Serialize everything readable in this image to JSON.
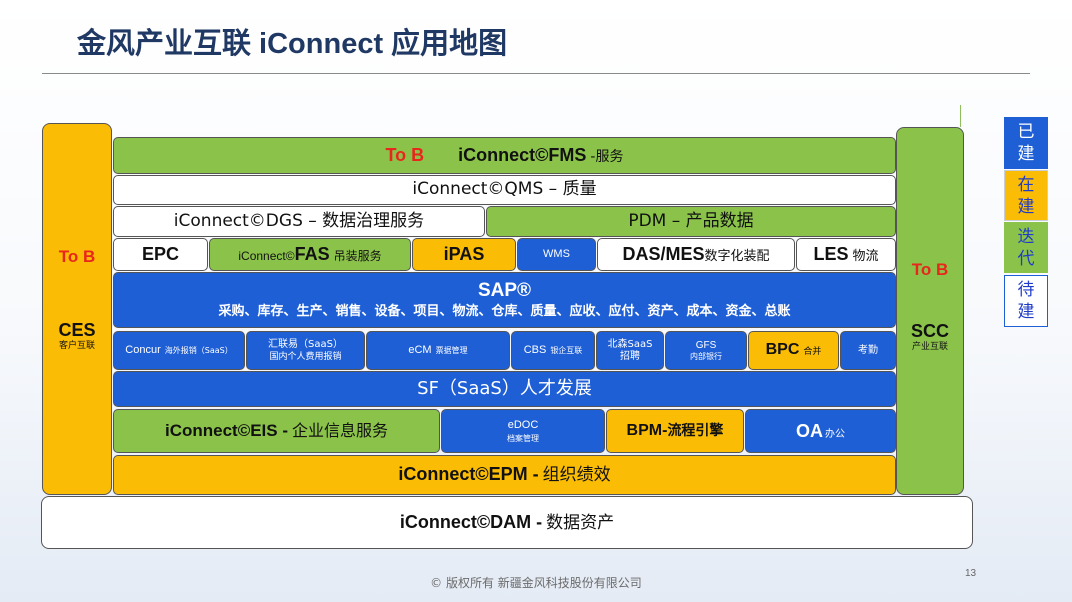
{
  "title": "金风产业互联 iConnect 应用地图",
  "ces": {
    "tob": "To B",
    "name": "CES",
    "sub": "客户互联"
  },
  "scc": {
    "tob": "To B",
    "name": "SCC",
    "sub": "产业互联"
  },
  "fms": {
    "tob": "To B",
    "name": "iConnect©FMS",
    "suffix": "-服务"
  },
  "qms": {
    "label": "iConnect©QMS  –  质量"
  },
  "dgs": {
    "label": "iConnect©DGS  –  数据治理服务"
  },
  "pdm": {
    "label": "PDM  –  产品数据"
  },
  "epc": {
    "label": "EPC"
  },
  "fas": {
    "prefix": "iConnect©",
    "name": "FAS",
    "suffix": "吊装服务"
  },
  "ipas": {
    "label": "iPAS"
  },
  "wms": {
    "label": "WMS"
  },
  "das": {
    "name": "DAS/MES",
    "suffix": "数字化装配"
  },
  "les": {
    "name": "LES",
    "suffix": "物流"
  },
  "sap": {
    "name": "SAP®",
    "modules": "采购、库存、生产、销售、设备、项目、物流、仓库、质量、应收、应付、资产、成本、资金、总账"
  },
  "concur": {
    "name": "Concur",
    "suffix": "海外报销（SaaS）"
  },
  "huilianyi": {
    "line1": "汇联易（SaaS）",
    "line2": "国内个人费用报销"
  },
  "ecm": {
    "name": "eCM",
    "suffix": "票据管理"
  },
  "cbs": {
    "name": "CBS",
    "suffix": "银企互联"
  },
  "beisen": {
    "line1": "北森SaaS",
    "line2": "招聘"
  },
  "gfs": {
    "line1": "GFS",
    "line2": "内部银行"
  },
  "bpc": {
    "name": "BPC",
    "suffix": "合并"
  },
  "kaoqin": {
    "label": "考勤"
  },
  "sf": {
    "label": "SF（SaaS）人才发展"
  },
  "eis": {
    "name": "iConnect©EIS -",
    "suffix": "企业信息服务"
  },
  "edoc": {
    "line1": "eDOC",
    "line2": "档案管理"
  },
  "bpm": {
    "name": "BPM-",
    "suffix": "流程引擎"
  },
  "oa": {
    "name": "OA",
    "suffix": "办公"
  },
  "epm": {
    "name": "iConnect©EPM -",
    "suffix": "组织绩效"
  },
  "dam": {
    "name": "iConnect©DAM -",
    "suffix": "数据资产"
  },
  "legend": {
    "built": "已建",
    "building": "在建",
    "iterating": "迭代",
    "planned": "待建"
  },
  "colors": {
    "green": "#8bc34a",
    "blue": "#1f5fd6",
    "yellow": "#fbbc05",
    "white": "#ffffff",
    "title": "#1f3864"
  },
  "footer": "© 版权所有  新疆金风科技股份有限公司",
  "page_number": "13"
}
